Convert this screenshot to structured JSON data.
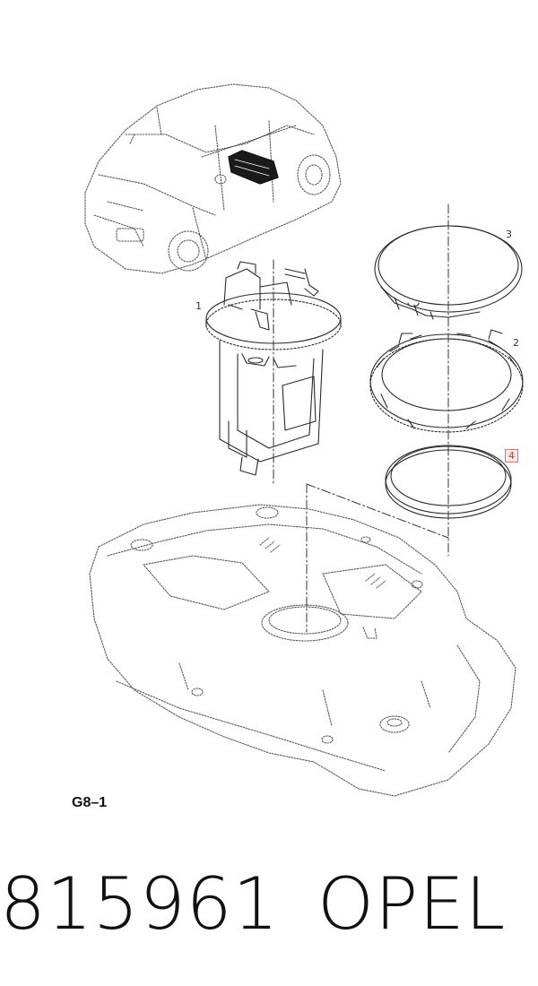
{
  "diagram": {
    "callouts": {
      "c1": "1",
      "c2": "2",
      "c3": "3",
      "c4": "4"
    },
    "figure_ref": "G8–1"
  },
  "footer": {
    "part_number": "815961",
    "brand": "OPEL"
  },
  "colors": {
    "line": "#2a2a2a",
    "dotted": "#555555",
    "highlight_border": "#e07070",
    "highlight_fill": "#fde8e8",
    "highlight_text": "#c0392b"
  }
}
